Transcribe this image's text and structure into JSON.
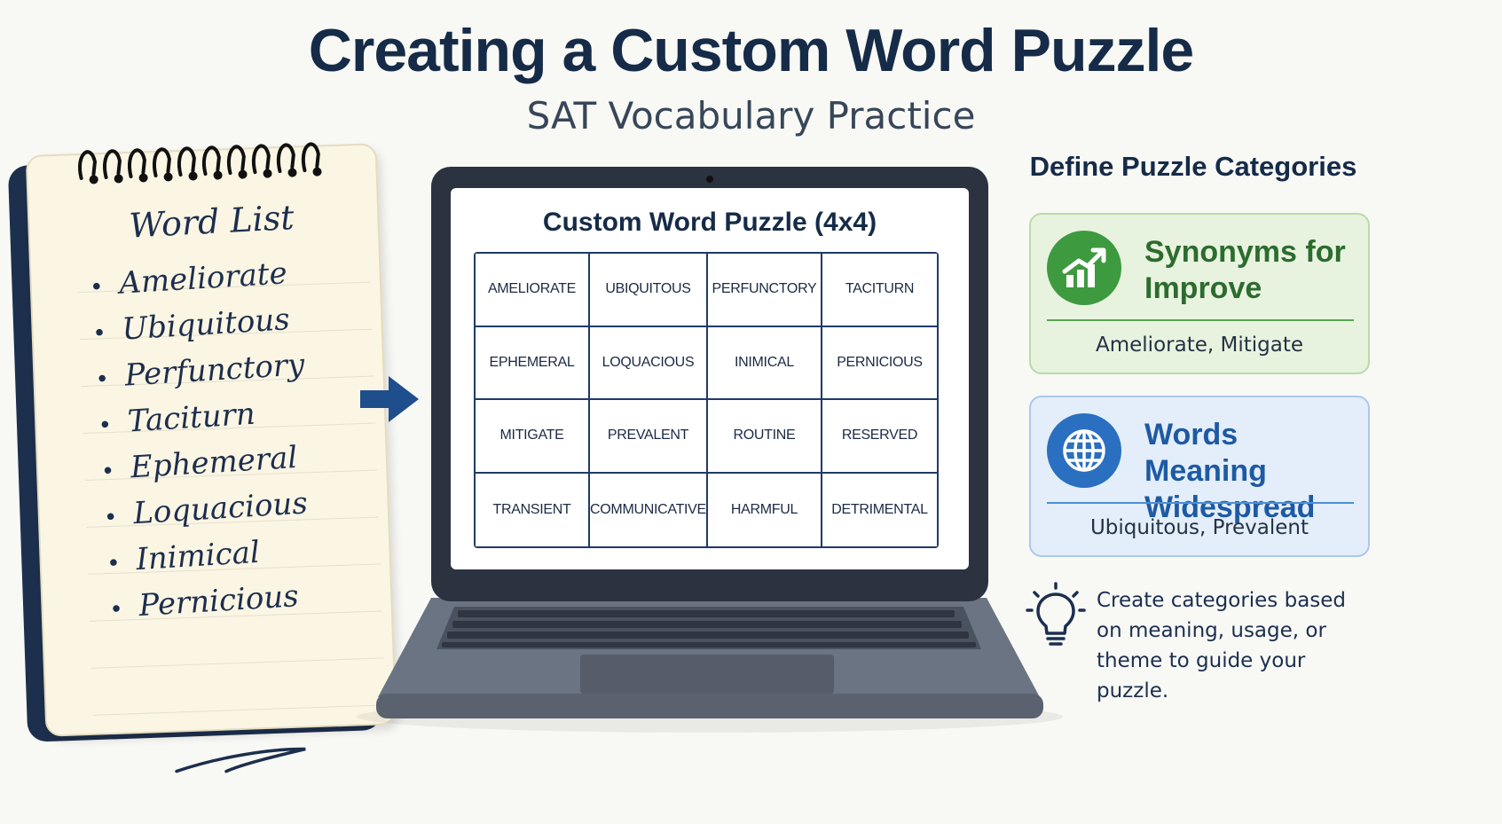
{
  "header": {
    "title": "Creating a Custom Word Puzzle",
    "subtitle": "SAT Vocabulary Practice"
  },
  "notebook": {
    "heading": "Word List",
    "words": [
      "Ameliorate",
      "Ubiquitous",
      "Perfunctory",
      "Taciturn",
      "Ephemeral",
      "Loquacious",
      "Inimical",
      "Pernicious"
    ]
  },
  "puzzle": {
    "title": "Custom Word Puzzle (4x4)",
    "cells": [
      "AMELIORATE",
      "UBIQUITOUS",
      "PERFUNCTORY",
      "TACITURN",
      "EPHEMERAL",
      "LOQUACIOUS",
      "INIMICAL",
      "PERNICIOUS",
      "MITIGATE",
      "PREVALENT",
      "ROUTINE",
      "RESERVED",
      "TRANSIENT",
      "COMMUNICATIVE",
      "HARMFUL",
      "DETRIMENTAL"
    ]
  },
  "categories": {
    "heading": "Define Puzzle Categories",
    "items": [
      {
        "title": "Synonyms for Improve",
        "words": "Ameliorate, Mitigate",
        "icon": "growth-chart-icon",
        "color": "#3d9a3f"
      },
      {
        "title": "Words Meaning Widespread",
        "words": "Ubiquitous, Prevalent",
        "icon": "globe-icon",
        "color": "#2a6fc0"
      }
    ],
    "tip": "Create categories based on meaning, usage, or theme to guide your puzzle.",
    "tip_icon": "lightbulb-icon"
  },
  "colors": {
    "navy": "#152b48",
    "arrow": "#1f4e8c",
    "laptop": "#2b3340"
  }
}
